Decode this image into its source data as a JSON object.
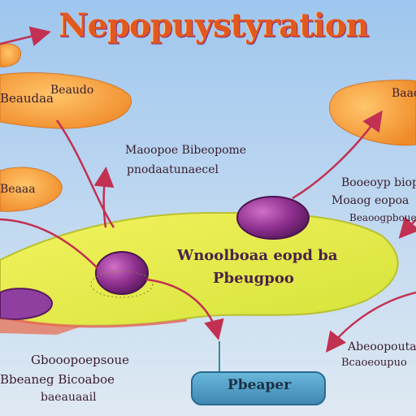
{
  "title": "Nepopuystyration",
  "labels": {
    "left_top": "Beaudaa",
    "left_top2": "Beaudo",
    "left_mid": "Beaaa",
    "center_top_1": "Maoopoe Bibeopome",
    "center_top_2": "pnodaatunaecel",
    "center_main_1": "Wnoolboaa eopd ba",
    "center_main_2": "Pbeugpoo",
    "right_top": "Baaoo",
    "right_mid_1": "Booeoyp biopeo",
    "right_mid_2": "Moaog eopoa",
    "right_mid_3": "Beaoogpboue",
    "right_bottom_1": "Abeoopoutae",
    "right_bottom_2": "Bcaoeoupuo",
    "bottom_left_1": "Gbooopoepsoue",
    "bottom_left_2": "Bbeaneg Bicoaboe",
    "bottom_left_3": "baeauaail",
    "bottom_box": "Pbeaper"
  },
  "colors": {
    "background_top": "#9ec6ee",
    "background_bottom": "#d8e6f2",
    "blob_orange": "#f4a23a",
    "membrane_yellow": "#e5ea4a",
    "nucleus_purple": "#8e2f8f",
    "arrow_red": "#c23052",
    "box_teal": "#4fa0c8"
  }
}
